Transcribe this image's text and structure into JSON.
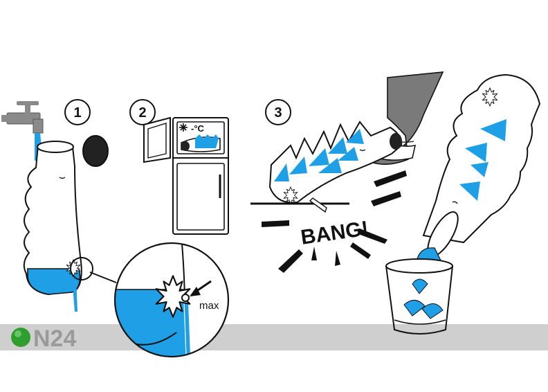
{
  "steps": [
    {
      "number": "1"
    },
    {
      "number": "2",
      "freezer_label": "-°C"
    },
    {
      "number": "3",
      "exclamation": "BANG!"
    }
  ],
  "detail": {
    "label": "max"
  },
  "watermark": {
    "text": "N24"
  },
  "colors": {
    "water": "#1e9fe6",
    "ink": "#111111",
    "tap": "#8a8a8a",
    "hand": "#7a7a7a",
    "watermark_bar": "#cfcfcf",
    "watermark_green": "#2e9e2e"
  },
  "icons": [
    "faucet-icon",
    "cap-icon",
    "freezer-icon",
    "snowflake-icon",
    "hand-icon",
    "glass-icon"
  ]
}
